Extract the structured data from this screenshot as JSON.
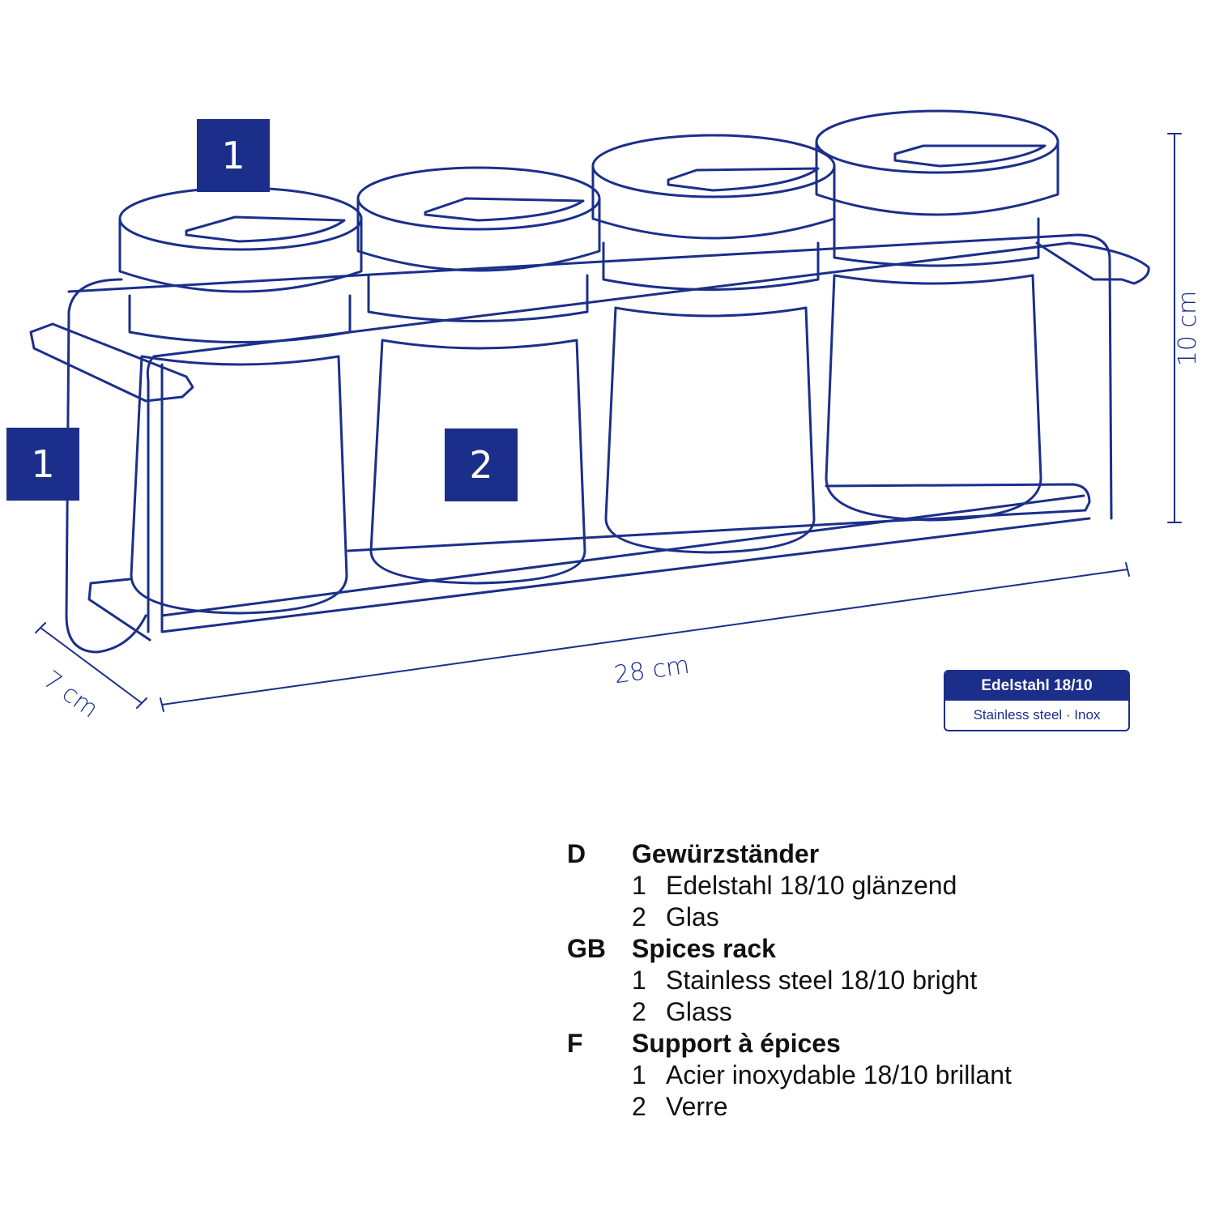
{
  "colors": {
    "line": "#1b2f8a",
    "text": "#111111",
    "background": "#ffffff"
  },
  "callouts": [
    {
      "label": "1",
      "target": "lid"
    },
    {
      "label": "1",
      "target": "rack"
    },
    {
      "label": "2",
      "target": "glass-jar"
    }
  ],
  "dimensions": {
    "height": "10 cm",
    "width": "28 cm",
    "depth": "7 cm"
  },
  "badge": {
    "title": "Edelstahl 18/10",
    "subtitle": "Stainless steel · Inox"
  },
  "legend": [
    {
      "code": "D",
      "name": "Gewürzständer",
      "items": [
        {
          "num": "1",
          "text": "Edelstahl 18/10 glänzend"
        },
        {
          "num": "2",
          "text": "Glas"
        }
      ]
    },
    {
      "code": "GB",
      "name": "Spices rack",
      "items": [
        {
          "num": "1",
          "text": "Stainless steel 18/10 bright"
        },
        {
          "num": "2",
          "text": "Glass"
        }
      ]
    },
    {
      "code": "F",
      "name": "Support à épices",
      "items": [
        {
          "num": "1",
          "text": "Acier inoxydable 18/10 brillant"
        },
        {
          "num": "2",
          "text": "Verre"
        }
      ]
    }
  ]
}
